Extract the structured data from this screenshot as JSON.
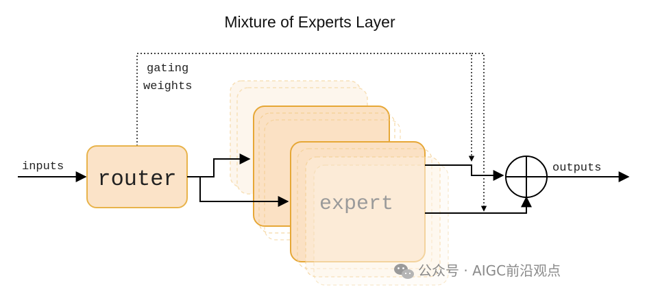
{
  "diagram": {
    "title": "Mixture of Experts Layer",
    "labels": {
      "gating_line1": "gating",
      "gating_line2": "weights",
      "inputs": "inputs",
      "outputs": "outputs"
    },
    "nodes": {
      "router": "router",
      "expert": "expert",
      "combine_symbol": "sum"
    },
    "colors": {
      "router_fill": "#fbe3c8",
      "router_stroke": "#e8b34a",
      "expert_fill": "#fbe1c4",
      "expert_stroke": "#e6a736",
      "ghost_stroke": "#f1c77f",
      "line": "#000000"
    }
  },
  "watermark": {
    "icon": "wechat-icon",
    "text": "公众号 · AIGC前沿观点"
  }
}
